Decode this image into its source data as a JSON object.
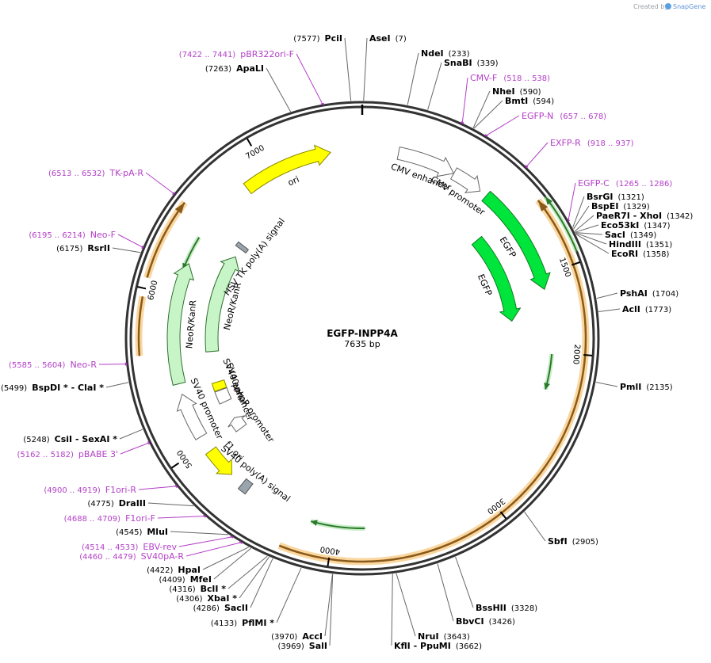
{
  "credit": {
    "prefix": "Created by",
    "brand": "SnapGene"
  },
  "plasmid": {
    "name": "EGFP-INPP4A",
    "size_label": "7635 bp",
    "length": 7635
  },
  "ticks": [
    {
      "pos": 1500,
      "label": "1500"
    },
    {
      "pos": 2000,
      "label": "2000"
    },
    {
      "pos": 3000,
      "label": "3000"
    },
    {
      "pos": 4000,
      "label": "4000"
    },
    {
      "pos": 5000,
      "label": "5000"
    },
    {
      "pos": 6000,
      "label": "6000"
    },
    {
      "pos": 7000,
      "label": "7000"
    }
  ],
  "enzymes": [
    {
      "name": "PciI",
      "suffix": "",
      "pos_text": "(7577)",
      "site": 7577
    },
    {
      "name": "AseI",
      "suffix": "",
      "pos_text": "(7)",
      "site": 7
    },
    {
      "name": "NdeI",
      "suffix": "",
      "pos_text": "(233)",
      "site": 233
    },
    {
      "name": "SnaBI",
      "suffix": "",
      "pos_text": "(339)",
      "site": 339
    },
    {
      "name": "NheI",
      "suffix": "",
      "pos_text": "(590)",
      "site": 590
    },
    {
      "name": "BmtI",
      "suffix": "",
      "pos_text": "(594)",
      "site": 594
    },
    {
      "name": "BsrGI",
      "suffix": "",
      "pos_text": "(1321)",
      "site": 1321
    },
    {
      "name": "BspEI",
      "suffix": "",
      "pos_text": "(1329)",
      "site": 1329
    },
    {
      "name": "PaeR7I",
      "suffix": " - XhoI",
      "pos_text": "(1342)",
      "site": 1342
    },
    {
      "name": "Eco53kI",
      "suffix": "",
      "pos_text": "(1347)",
      "site": 1347
    },
    {
      "name": "SacI",
      "suffix": "",
      "pos_text": "(1349)",
      "site": 1349
    },
    {
      "name": "HindIII",
      "suffix": "",
      "pos_text": "(1351)",
      "site": 1351
    },
    {
      "name": "EcoRI",
      "suffix": "",
      "pos_text": "(1358)",
      "site": 1358
    },
    {
      "name": "PshAI",
      "suffix": "",
      "pos_text": "(1704)",
      "site": 1704
    },
    {
      "name": "AclI",
      "suffix": "",
      "pos_text": "(1773)",
      "site": 1773
    },
    {
      "name": "PmlI",
      "suffix": "",
      "pos_text": "(2135)",
      "site": 2135
    },
    {
      "name": "SbfI",
      "suffix": "",
      "pos_text": "(2905)",
      "site": 2905
    },
    {
      "name": "BssHII",
      "suffix": "",
      "pos_text": "(3328)",
      "site": 3328
    },
    {
      "name": "BbvCI",
      "suffix": "",
      "pos_text": "(3426)",
      "site": 3426
    },
    {
      "name": "NruI",
      "suffix": "",
      "pos_text": "(3643)",
      "site": 3643
    },
    {
      "name": "KflI",
      "suffix": " - PpuMI",
      "pos_text": "(3662)",
      "site": 3662
    },
    {
      "name": "SalI",
      "suffix": "",
      "pos_text": "(3969)",
      "site": 3969
    },
    {
      "name": "AccI",
      "suffix": "",
      "pos_text": "(3970)",
      "site": 3970
    },
    {
      "name": "PflMI *",
      "suffix": "",
      "pos_text": "(4133)",
      "site": 4133
    },
    {
      "name": "SacII",
      "suffix": "",
      "pos_text": "(4286)",
      "site": 4286
    },
    {
      "name": "XbaI *",
      "suffix": "",
      "pos_text": "(4306)",
      "site": 4306
    },
    {
      "name": "BclI *",
      "suffix": "",
      "pos_text": "(4316)",
      "site": 4316
    },
    {
      "name": "MfeI",
      "suffix": "",
      "pos_text": "(4409)",
      "site": 4409
    },
    {
      "name": "HpaI",
      "suffix": "",
      "pos_text": "(4422)",
      "site": 4422
    },
    {
      "name": "MluI",
      "suffix": "",
      "pos_text": "(4545)",
      "site": 4545
    },
    {
      "name": "DraIII",
      "suffix": "",
      "pos_text": "(4775)",
      "site": 4775
    },
    {
      "name": "CsiI",
      "suffix": " - SexAI *",
      "pos_text": "(5248)",
      "site": 5248
    },
    {
      "name": "BspDI *",
      "suffix": " - ClaI *",
      "pos_text": "(5499)",
      "site": 5499
    },
    {
      "name": "RsrII",
      "suffix": "",
      "pos_text": "(6175)",
      "site": 6175
    },
    {
      "name": "ApaLI",
      "suffix": "",
      "pos_text": "(7263)",
      "site": 7263
    }
  ],
  "primers": [
    {
      "name": "pBR322ori-F",
      "range": "(7422 .. 7441)",
      "site": 7431
    },
    {
      "name": "CMV-F",
      "range": "(518 .. 538)",
      "site": 528
    },
    {
      "name": "EGFP-N",
      "range": "(657 .. 678)",
      "site": 667
    },
    {
      "name": "EXFP-R",
      "range": "(918 .. 937)",
      "site": 927
    },
    {
      "name": "EGFP-C",
      "range": "(1265 .. 1286)",
      "site": 1275
    },
    {
      "name": "TK-pA-R",
      "range": "(6513 .. 6532)",
      "site": 6522
    },
    {
      "name": "Neo-F",
      "range": "(6195 .. 6214)",
      "site": 6204
    },
    {
      "name": "Neo-R",
      "range": "(5585 .. 5604)",
      "site": 5594
    },
    {
      "name": "pBABE 3'",
      "range": "(5162 .. 5182)",
      "site": 5172
    },
    {
      "name": "F1ori-R",
      "range": "(4900 .. 4919)",
      "site": 4909
    },
    {
      "name": "F1ori-F",
      "range": "(4688 .. 4709)",
      "site": 4698
    },
    {
      "name": "EBV-rev",
      "range": "(4514 .. 4533)",
      "site": 4523
    },
    {
      "name": "SV40pA-R",
      "range": "(4460 .. 4479)",
      "site": 4469
    }
  ],
  "features": [
    {
      "name": "ori",
      "color": "#ffff00",
      "stroke": "#8a8a00",
      "start": 6840,
      "end": 7430,
      "dir": 1,
      "shape": "arrow",
      "ring": 1
    },
    {
      "name": "CMV enhancer",
      "color": "#ffffff",
      "stroke": "#666666",
      "start": 235,
      "end": 615,
      "dir": 1,
      "shape": "arrow",
      "ring": 1
    },
    {
      "name": "CMV promoter",
      "color": "#ffffff",
      "stroke": "#666666",
      "start": 616,
      "end": 820,
      "dir": 1,
      "shape": "arrow",
      "ring": 1
    },
    {
      "name": "EGFP",
      "color": "#00e53b",
      "stroke": "#117a22",
      "start": 870,
      "end": 1590,
      "dir": 1,
      "shape": "arrow",
      "ring": 1
    },
    {
      "name": "EGFP",
      "color": "#00e53b",
      "stroke": "#117a22",
      "start": 1050,
      "end": 1770,
      "dir": 1,
      "shape": "arrow",
      "ring": 2
    },
    {
      "name": "NeoR/KanR",
      "color": "#c8f5c8",
      "stroke": "#2f6f2f",
      "start": 5430,
      "end": 6220,
      "dir": 1,
      "shape": "arrow",
      "ring": 1
    },
    {
      "name": "NeoR/KanR",
      "color": "#c8f5c8",
      "stroke": "#2f6f2f",
      "start": 5620,
      "end": 6420,
      "dir": 1,
      "shape": "arrow",
      "ring": 2
    },
    {
      "name": "HSV TK poly(A) signal",
      "color": "#9aa4ad",
      "stroke": "#555555",
      "start": 6495,
      "end": 6530,
      "dir": 0,
      "shape": "box",
      "ring": 2
    },
    {
      "name": "SV40 ori",
      "color": "#ffff00",
      "stroke": "#8a8a00",
      "start": 5305,
      "end": 5370,
      "dir": 0,
      "shape": "box",
      "ring": 2
    },
    {
      "name": "SV40 enhancer",
      "color": "#ffffff",
      "stroke": "#666666",
      "start": 5200,
      "end": 5300,
      "dir": 0,
      "shape": "box",
      "ring": 2
    },
    {
      "name": "SV40 promoter",
      "color": "#ffffff",
      "stroke": "#666666",
      "start": 5060,
      "end": 5360,
      "dir": 1,
      "shape": "arrow",
      "ring": 1
    },
    {
      "name": "AmpR promoter",
      "color": "#ffffff",
      "stroke": "#666666",
      "start": 4950,
      "end": 5050,
      "dir": 1,
      "shape": "arrow",
      "ring": 2
    },
    {
      "name": "f1 ori",
      "color": "#ffff00",
      "stroke": "#8a8a00",
      "start": 4745,
      "end": 4950,
      "dir": -1,
      "shape": "arrow",
      "ring": 1
    },
    {
      "name": "SV40 poly(A) signal",
      "color": "#9aa4ad",
      "stroke": "#555555",
      "start": 4600,
      "end": 4655,
      "dir": 0,
      "shape": "box",
      "ring": 1
    }
  ],
  "orange_arcs": [
    {
      "start": 1100,
      "end": 4280,
      "dir": -1
    },
    {
      "start": 6060,
      "end": 6520,
      "dir": 1
    },
    {
      "start": 5630,
      "end": 5955,
      "dir": 0
    }
  ],
  "green_lines": [
    {
      "start": 1110,
      "end": 1440,
      "dir": -1,
      "r": 292
    },
    {
      "start": 2010,
      "end": 2240,
      "dir": 1,
      "r": 240
    },
    {
      "start": 3800,
      "end": 4150,
      "dir": 1,
      "r": 240
    },
    {
      "start": 6170,
      "end": 6400,
      "dir": -1,
      "r": 242
    }
  ]
}
